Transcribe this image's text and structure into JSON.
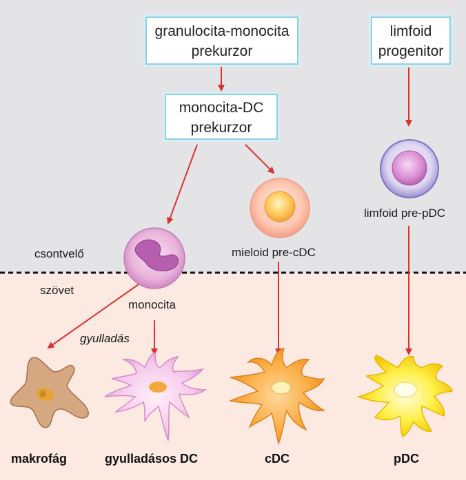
{
  "boxes": {
    "gm_precursor": {
      "line1": "granulocita-monocita",
      "line2": "prekurzor"
    },
    "lymphoid_progenitor": {
      "line1": "limfoid",
      "line2": "progenitor"
    },
    "mono_dc_precursor": {
      "line1": "monocita-DC",
      "line2": "prekurzor"
    }
  },
  "labels": {
    "bone_marrow": "csontvelő",
    "tissue": "szövet",
    "monocyte": "monocita",
    "inflammation": "gyulladás",
    "myeloid_pre_cdc": "mieloid pre-cDC",
    "lymphoid_pre_pdc": "limfoid pre-pDC"
  },
  "cells": {
    "macrophage": "makrofág",
    "inflammatory_dc": "gyulladásos DC",
    "cdc": "cDC",
    "pdc": "pDC"
  },
  "colors": {
    "upper_bg": "#e4e4e6",
    "lower_bg": "#fce9e2",
    "arrow": "#d9322e",
    "box_border": "#8fcfe0"
  }
}
